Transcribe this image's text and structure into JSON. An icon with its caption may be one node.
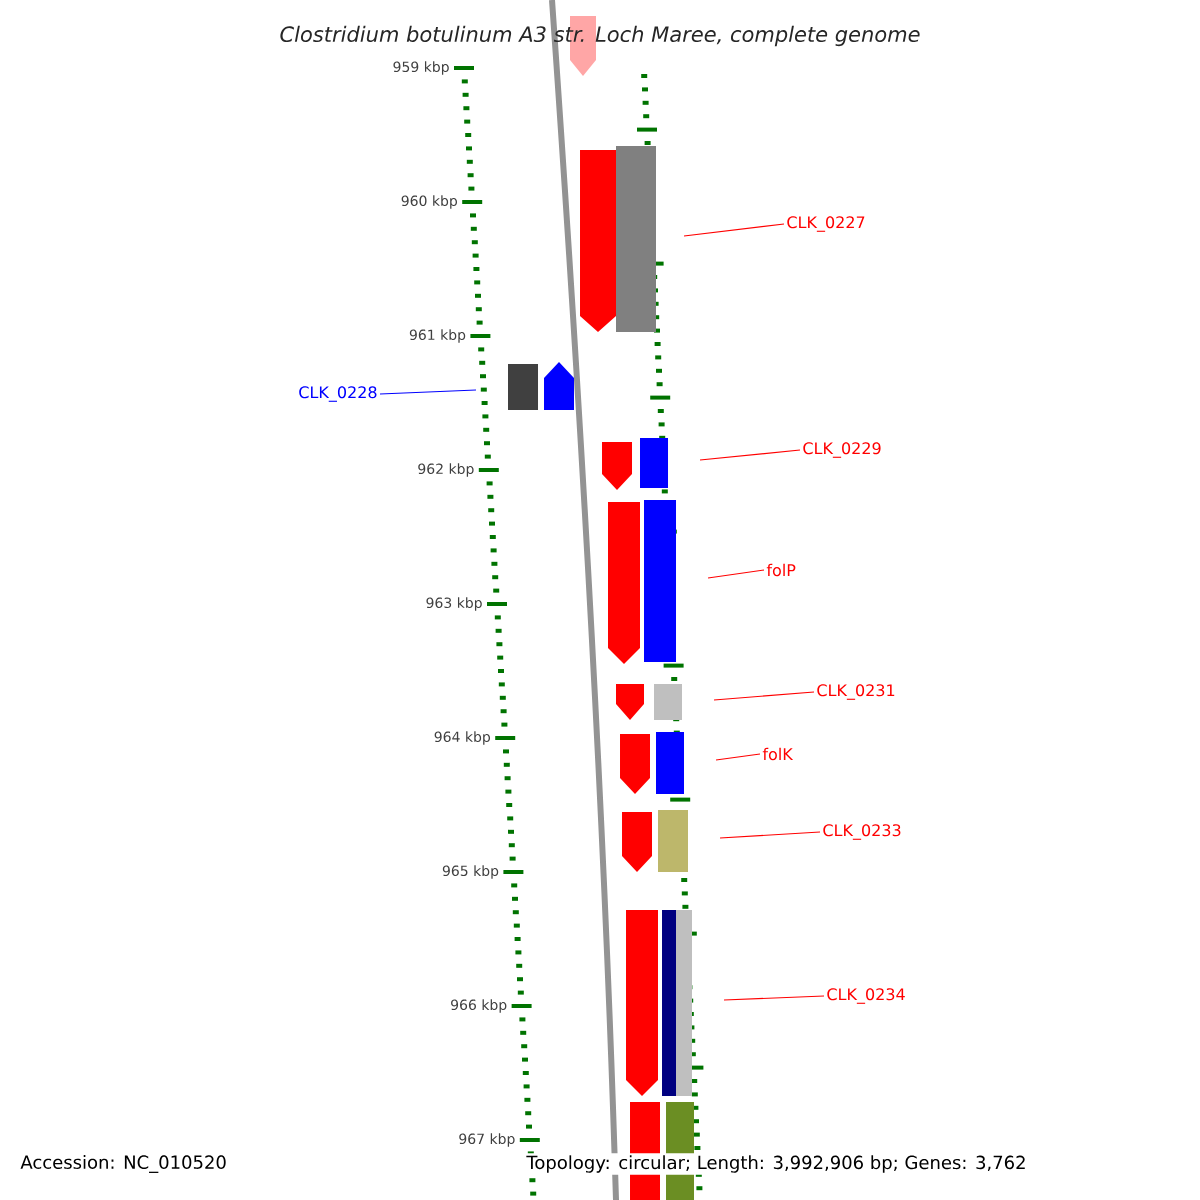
{
  "diagram": {
    "title": "Clostridium botulinum A3 str. Loch Maree, complete genome",
    "nodes": [
      {
        "text": [
          "CLK_0227"
        ]
      },
      {
        "text": [
          "CLK_0228"
        ]
      },
      {
        "text": [
          "CLK_0229"
        ]
      },
      {
        "text": [
          "folP"
        ]
      },
      {
        "text": [
          "CLK_0231"
        ]
      },
      {
        "text": [
          "folK"
        ]
      },
      {
        "text": [
          "CLK_0233"
        ]
      },
      {
        "text": [
          "CLK_0234"
        ]
      }
    ],
    "edges": [
      {
        "from": 0,
        "to": null,
        "arrow": "none"
      },
      {
        "from": 1,
        "to": null,
        "arrow": "none",
        "color": "#0000ff"
      },
      {
        "from": 2,
        "to": null,
        "arrow": "none"
      },
      {
        "from": 3,
        "to": null,
        "arrow": "none"
      },
      {
        "from": 4,
        "to": null,
        "arrow": "none"
      },
      {
        "from": 5,
        "to": null,
        "arrow": "none"
      },
      {
        "from": 6,
        "to": null,
        "arrow": "none"
      },
      {
        "from": 7,
        "to": null,
        "arrow": "none"
      }
    ],
    "labels": [
      "959 kbp",
      "960 kbp",
      "961 kbp",
      "962 kbp",
      "963 kbp",
      "964 kbp",
      "965 kbp",
      "966 kbp",
      "967 kbp",
      "Accession: NC_010520",
      "Topology: circular; Length: 3,992,906 bp; Genes: 3,762"
    ]
  }
}
